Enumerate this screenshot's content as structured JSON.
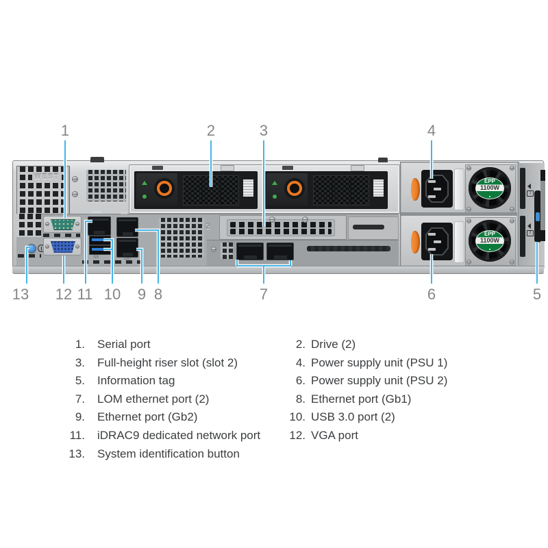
{
  "figure": {
    "description": "Rear view of 2U rack server with numbered callouts",
    "callout_line_color": "#45b4e6",
    "callout_number_color": "#838688",
    "callouts": {
      "top": [
        {
          "num": "1"
        },
        {
          "num": "2"
        },
        {
          "num": "3"
        },
        {
          "num": "4"
        }
      ],
      "bottom": [
        {
          "num": "13"
        },
        {
          "num": "12"
        },
        {
          "num": "11"
        },
        {
          "num": "10"
        },
        {
          "num": "9"
        },
        {
          "num": "8"
        },
        {
          "num": "7"
        },
        {
          "num": "6"
        },
        {
          "num": "5"
        }
      ]
    },
    "etched": {
      "vent_emboss": "WEST",
      "idrac_label": "iDRAC",
      "gb1_label": "Gb1",
      "gb2_label": "Gb2",
      "usb_label": "SS",
      "riser_slot_number": "2",
      "psu_marker_1": "1",
      "psu_marker_2": "2"
    },
    "psu_badge": {
      "line1": "EPP",
      "watts": "1100W"
    },
    "accents": {
      "serial_teal": "#2f8278",
      "vga_blue": "#3e68c0",
      "usb_blue": "#2f7fd6",
      "handle_orange": "#ef7d23",
      "led_green": "#3fae49",
      "badge_green": "#0d7a3c",
      "id_button_blue": "#4a90d9",
      "tag_blue": "#3f8fd2"
    }
  },
  "legend": {
    "col1": [
      {
        "num": "1.",
        "text": "Serial port"
      },
      {
        "num": "3.",
        "text": "Full-height riser slot (slot 2)"
      },
      {
        "num": "5.",
        "text": "Information tag"
      },
      {
        "num": "7.",
        "text": "LOM ethernet port (2)"
      },
      {
        "num": "9.",
        "text": "Ethernet port (Gb2)"
      },
      {
        "num": "11.",
        "text": "iDRAC9 dedicated network port"
      },
      {
        "num": "13.",
        "text": "System identification button"
      }
    ],
    "col2": [
      {
        "num": "2.",
        "text": "Drive (2)"
      },
      {
        "num": "4.",
        "text": "Power supply unit (PSU 1)"
      },
      {
        "num": "6.",
        "text": "Power supply unit (PSU 2)"
      },
      {
        "num": "8.",
        "text": "Ethernet port (Gb1)"
      },
      {
        "num": "10.",
        "text": "USB 3.0 port (2)"
      },
      {
        "num": "12.",
        "text": "VGA port"
      }
    ]
  }
}
